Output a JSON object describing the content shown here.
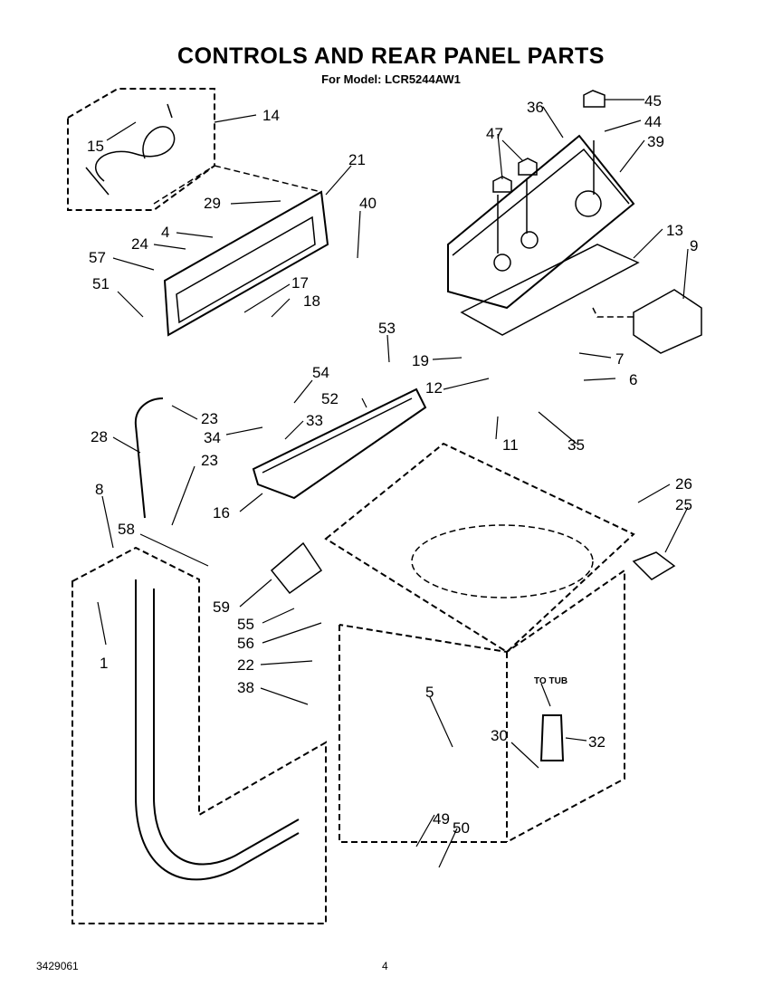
{
  "header": {
    "title": "CONTROLS AND REAR PANEL PARTS",
    "subtitle": "For Model: LCR5244AW1"
  },
  "callouts": [
    "14",
    "15",
    "21",
    "29",
    "4",
    "24",
    "57",
    "51",
    "17",
    "18",
    "40",
    "36",
    "45",
    "44",
    "47",
    "39",
    "13",
    "9",
    "53",
    "19",
    "7",
    "12",
    "6",
    "54",
    "52",
    "33",
    "34",
    "23",
    "28",
    "23",
    "16",
    "11",
    "35",
    "8",
    "58",
    "26",
    "25",
    "59",
    "55",
    "56",
    "22",
    "38",
    "5",
    "1",
    "30",
    "32",
    "49",
    "50"
  ],
  "annotation": "TO TUB",
  "footer": {
    "doc_number": "3429061",
    "page_number": "4"
  }
}
